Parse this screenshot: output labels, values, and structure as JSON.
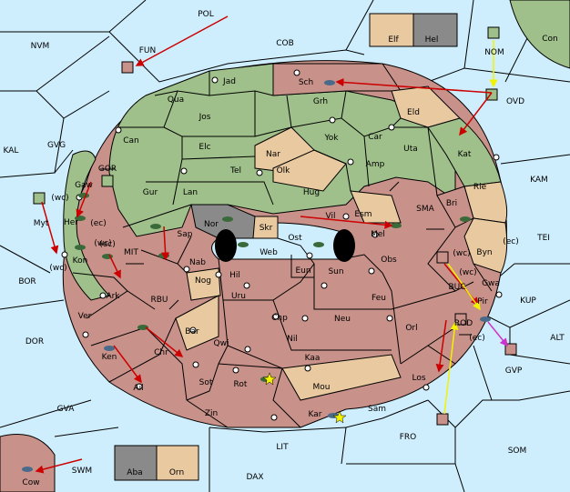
{
  "colors": {
    "sea": "#cfeefd",
    "green": "#9fc08a",
    "red": "#c89189",
    "tan": "#e9c9a0",
    "gray": "#8a8a8a",
    "border": "#000000",
    "order_red": "#cc0000",
    "order_yellow": "#f2f200",
    "order_magenta": "#cc33cc"
  },
  "sea_labels": [
    {
      "id": "POL",
      "text": "POL"
    },
    {
      "id": "NVM",
      "text": "NVM"
    },
    {
      "id": "COB",
      "text": "COB"
    },
    {
      "id": "KAL",
      "text": "KAL"
    },
    {
      "id": "GVG",
      "text": "GVG"
    },
    {
      "id": "BOR",
      "text": "BOR"
    },
    {
      "id": "DOR",
      "text": "DOR"
    },
    {
      "id": "GVA",
      "text": "GVA"
    },
    {
      "id": "SWM",
      "text": "SWM"
    },
    {
      "id": "DAX",
      "text": "DAX"
    },
    {
      "id": "LIT",
      "text": "LIT"
    },
    {
      "id": "FRO",
      "text": "FRO"
    },
    {
      "id": "SOM",
      "text": "SOM"
    },
    {
      "id": "ALT",
      "text": "ALT"
    },
    {
      "id": "KUP",
      "text": "KUP"
    },
    {
      "id": "TEI",
      "text": "TEI"
    },
    {
      "id": "KAM",
      "text": "KAM"
    },
    {
      "id": "NOM",
      "text": "NOM"
    },
    {
      "id": "OVD",
      "text": "OVD"
    },
    {
      "id": "Con",
      "text": "Con"
    },
    {
      "id": "FUN",
      "text": "FUN"
    },
    {
      "id": "GOR",
      "text": "GOR"
    },
    {
      "id": "MIT",
      "text": "MIT"
    },
    {
      "id": "RBU",
      "text": "RBU"
    },
    {
      "id": "SMA",
      "text": "SMA"
    },
    {
      "id": "BUC",
      "text": "BUC"
    },
    {
      "id": "ROD",
      "text": "ROD"
    },
    {
      "id": "GVP",
      "text": "GVP"
    },
    {
      "id": "Cow",
      "text": "Cow"
    }
  ],
  "land_labels": [
    {
      "id": "Jad",
      "text": "Jad"
    },
    {
      "id": "Sch",
      "text": "Sch"
    },
    {
      "id": "Qua",
      "text": "Qua"
    },
    {
      "id": "Jos",
      "text": "Jos"
    },
    {
      "id": "Grh",
      "text": "Grh"
    },
    {
      "id": "Eld",
      "text": "Eld"
    },
    {
      "id": "Can",
      "text": "Can"
    },
    {
      "id": "Elc",
      "text": "Elc"
    },
    {
      "id": "Yok",
      "text": "Yok"
    },
    {
      "id": "Car",
      "text": "Car"
    },
    {
      "id": "Uta",
      "text": "Uta"
    },
    {
      "id": "Kat",
      "text": "Kat"
    },
    {
      "id": "Nar",
      "text": "Nar"
    },
    {
      "id": "Tel",
      "text": "Tel"
    },
    {
      "id": "Olk",
      "text": "Olk"
    },
    {
      "id": "Amp",
      "text": "Amp"
    },
    {
      "id": "Gur",
      "text": "Gur"
    },
    {
      "id": "Lan",
      "text": "Lan"
    },
    {
      "id": "Hug",
      "text": "Hug"
    },
    {
      "id": "Rie",
      "text": "Rie"
    },
    {
      "id": "Bri",
      "text": "Bri"
    },
    {
      "id": "Vil",
      "text": "Vil"
    },
    {
      "id": "Esm",
      "text": "Esm"
    },
    {
      "id": "Nor",
      "text": "Nor"
    },
    {
      "id": "Skr",
      "text": "Skr"
    },
    {
      "id": "Ost",
      "text": "Ost"
    },
    {
      "id": "Mel",
      "text": "Mel"
    },
    {
      "id": "Sap",
      "text": "Sap"
    },
    {
      "id": "Web",
      "text": "Web"
    },
    {
      "id": "Byn",
      "text": "Byn"
    },
    {
      "id": "Nab",
      "text": "Nab"
    },
    {
      "id": "Eun",
      "text": "Eun"
    },
    {
      "id": "Sun",
      "text": "Sun"
    },
    {
      "id": "Obs",
      "text": "Obs"
    },
    {
      "id": "Hil",
      "text": "Hil"
    },
    {
      "id": "Nog",
      "text": "Nog"
    },
    {
      "id": "Gwa",
      "text": "Gwa"
    },
    {
      "id": "Pir",
      "text": "Pir"
    },
    {
      "id": "Uru",
      "text": "Uru"
    },
    {
      "id": "Feu",
      "text": "Feu"
    },
    {
      "id": "Bar",
      "text": "Bar"
    },
    {
      "id": "Chp",
      "text": "Chp"
    },
    {
      "id": "Neu",
      "text": "Neu"
    },
    {
      "id": "Orl",
      "text": "Orl"
    },
    {
      "id": "Qwi",
      "text": "Qwi"
    },
    {
      "id": "Nil",
      "text": "Nil"
    },
    {
      "id": "Chr",
      "text": "Chr"
    },
    {
      "id": "Kaa",
      "text": "Kaa"
    },
    {
      "id": "Los",
      "text": "Los"
    },
    {
      "id": "Sot",
      "text": "Sot"
    },
    {
      "id": "Rot",
      "text": "Rot"
    },
    {
      "id": "Mou",
      "text": "Mou"
    },
    {
      "id": "Zin",
      "text": "Zin"
    },
    {
      "id": "Kar",
      "text": "Kar"
    },
    {
      "id": "Sam",
      "text": "Sam"
    },
    {
      "id": "Ail",
      "text": "Ail"
    },
    {
      "id": "Ken",
      "text": "Ken"
    },
    {
      "id": "Ver",
      "text": "Ver"
    },
    {
      "id": "Ark",
      "text": "Ark"
    },
    {
      "id": "Kon",
      "text": "Kon"
    },
    {
      "id": "Her",
      "text": "Her"
    },
    {
      "id": "Gaw",
      "text": "Gaw"
    },
    {
      "id": "Myt",
      "text": "Myt"
    },
    {
      "id": "Elf",
      "text": "Elf"
    },
    {
      "id": "Hel",
      "text": "Hel"
    },
    {
      "id": "Aba",
      "text": "Aba"
    },
    {
      "id": "Orn",
      "text": "Orn"
    }
  ],
  "coast_labels": [
    "(wc)",
    "(ec)",
    "(wc)",
    "(ec)",
    "(wc)",
    "(ec)",
    "(wc)",
    "(ec)",
    "(wc)"
  ]
}
